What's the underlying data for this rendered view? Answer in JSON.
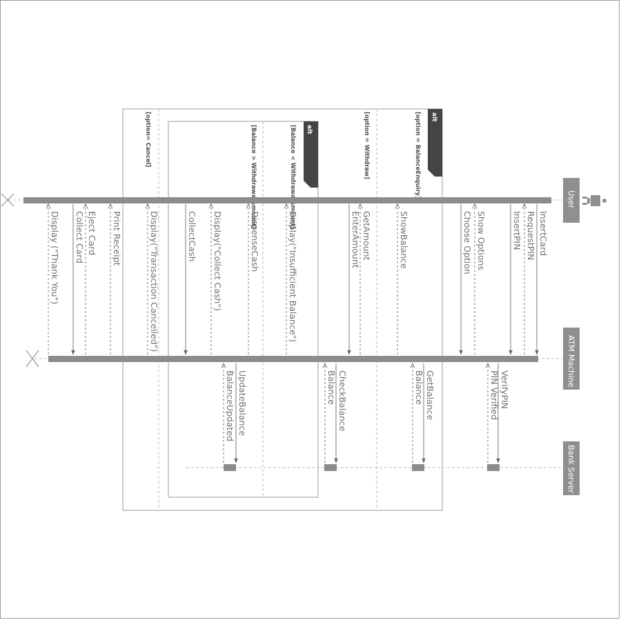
{
  "participants": [
    {
      "id": "user",
      "name": "User"
    },
    {
      "id": "atm",
      "name": "ATM Machine"
    },
    {
      "id": "bank",
      "name": "Bank Server"
    }
  ],
  "fragments": {
    "outer": {
      "tag": "alt",
      "guards": [
        "[option = BalanceEnquiry]",
        "[option = Withdraw]",
        "[option= Cancel]"
      ]
    },
    "inner": {
      "tag": "alt",
      "guards": [
        "[Balance < WithdrawalAmount]",
        "[Balance > WithdrawalAmount]"
      ]
    }
  },
  "messages": {
    "user_atm": [
      {
        "label": "InsertCard",
        "style": "solid",
        "dir": "to_atm"
      },
      {
        "label": "RequestPIN",
        "style": "dashed",
        "dir": "to_user"
      },
      {
        "label": "InsertPIN",
        "style": "solid",
        "dir": "to_atm"
      },
      {
        "label": "Show Options",
        "style": "dashed",
        "dir": "to_user"
      },
      {
        "label": "Choose Option",
        "style": "solid",
        "dir": "to_atm"
      },
      {
        "label": "ShowBalance",
        "style": "dashed",
        "dir": "to_user"
      },
      {
        "label": "GetAmount",
        "style": "dashed",
        "dir": "to_user"
      },
      {
        "label": "EnterAmount",
        "style": "solid",
        "dir": "to_atm"
      },
      {
        "label": "Display(\"Insufficient Balance\")",
        "style": "dashed",
        "dir": "to_user"
      },
      {
        "label": "DispenseCash",
        "style": "dashed",
        "dir": "to_user"
      },
      {
        "label": "Display(\"Collect Cash\")",
        "style": "dashed",
        "dir": "to_user"
      },
      {
        "label": "CollectCash",
        "style": "solid",
        "dir": "to_atm"
      },
      {
        "label": "Display(\"Transaction Cancelled\")",
        "style": "dashed",
        "dir": "to_user"
      },
      {
        "label": "Print Receipt",
        "style": "dashed",
        "dir": "to_user"
      },
      {
        "label": "Eject Card",
        "style": "dashed",
        "dir": "to_user"
      },
      {
        "label": "Collect Card",
        "style": "solid",
        "dir": "to_atm"
      },
      {
        "label": "Display (\"Thank You\")",
        "style": "dashed",
        "dir": "to_user"
      }
    ],
    "atm_bank": [
      {
        "label": "VerifyPIN",
        "style": "solid",
        "dir": "to_bank"
      },
      {
        "label": "PIN Verified",
        "style": "dashed",
        "dir": "to_atm"
      },
      {
        "label": "GetBalance",
        "style": "solid",
        "dir": "to_bank"
      },
      {
        "label": "Balance",
        "style": "dashed",
        "dir": "to_atm"
      },
      {
        "label": "CheckBalance",
        "style": "solid",
        "dir": "to_bank"
      },
      {
        "label": "Balance",
        "style": "dashed",
        "dir": "to_atm"
      },
      {
        "label": "UpdateBalance",
        "style": "solid",
        "dir": "to_bank"
      },
      {
        "label": "BalanceUpdated",
        "style": "dashed",
        "dir": "to_atm"
      }
    ]
  },
  "colors": {
    "bar": "#8c8c8c",
    "participant_box": "#8f8f8f",
    "fragment_tag": "#444444",
    "line": "#7a7a7a"
  }
}
